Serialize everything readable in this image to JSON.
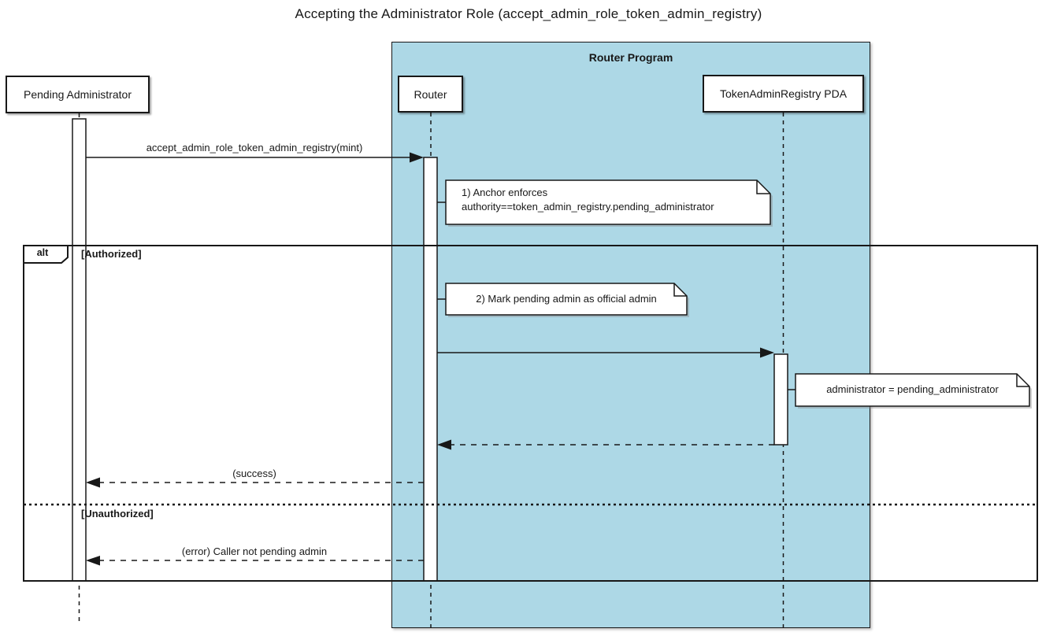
{
  "title": "Accepting the Administrator Role (accept_admin_role_token_admin_registry)",
  "boundary": {
    "label": "Router Program"
  },
  "participants": {
    "pending_admin": "Pending Administrator",
    "router": "Router",
    "pda": "TokenAdminRegistry PDA"
  },
  "fragment": {
    "operator": "alt",
    "guards": {
      "authorized": "[Authorized]",
      "unauthorized": "[Unauthorized]"
    }
  },
  "messages": {
    "call": "accept_admin_role_token_admin_registry(mint)",
    "success": "(success)",
    "error": "(error) Caller not pending admin"
  },
  "notes": {
    "anchor_check_line1": "1) Anchor enforces",
    "anchor_check_line2": "authority==token_admin_registry.pending_administrator",
    "mark_admin": "2) Mark pending admin as official admin",
    "assign": "administrator = pending_administrator"
  },
  "colors": {
    "boundary_fill": "#ADD8E6",
    "stroke": "#181818",
    "note_fill": "#FFFFFF"
  }
}
